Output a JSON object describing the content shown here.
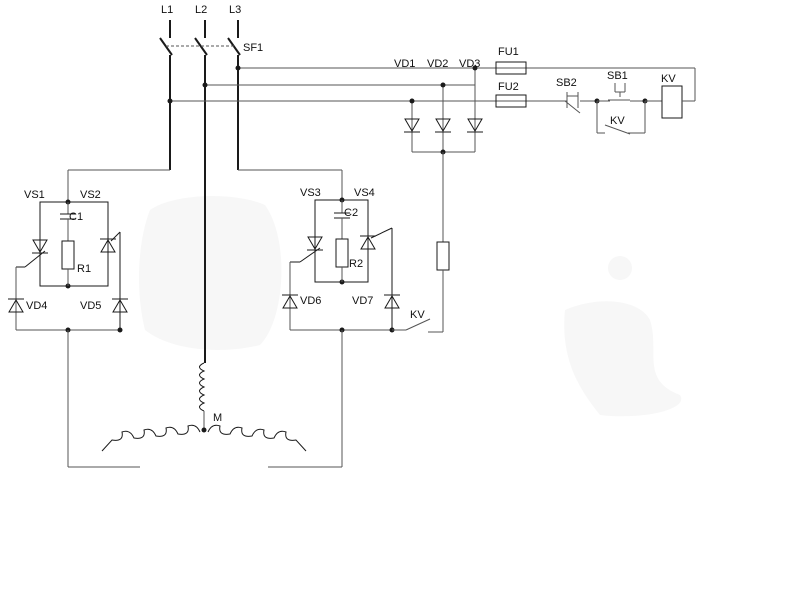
{
  "labels": {
    "L1": "L1",
    "L2": "L2",
    "L3": "L3",
    "SF1": "SF1",
    "VD1": "VD1",
    "VD2": "VD2",
    "VD3": "VD3",
    "FU1": "FU1",
    "FU2": "FU2",
    "SB2": "SB2",
    "SB1": "SB1",
    "KV": "KV",
    "KV_contact": "KV",
    "KV_switch": "KV",
    "VS1": "VS1",
    "VS2": "VS2",
    "VS3": "VS3",
    "VS4": "VS4",
    "C1": "C1",
    "C2": "C2",
    "R1": "R1",
    "R2": "R2",
    "VD4": "VD4",
    "VD5": "VD5",
    "VD6": "VD6",
    "VD7": "VD7",
    "M": "M"
  }
}
